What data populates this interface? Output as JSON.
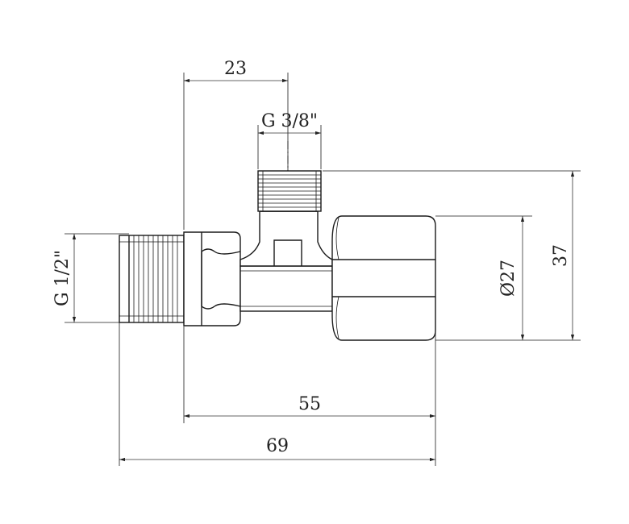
{
  "drawing": {
    "labels": {
      "top_offset": "23",
      "top_thread": "G 3/8\"",
      "left_thread": "G 1/2\"",
      "nut_diameter": "Ø27",
      "total_height": "37",
      "length_55": "55",
      "length_69": "69"
    }
  }
}
